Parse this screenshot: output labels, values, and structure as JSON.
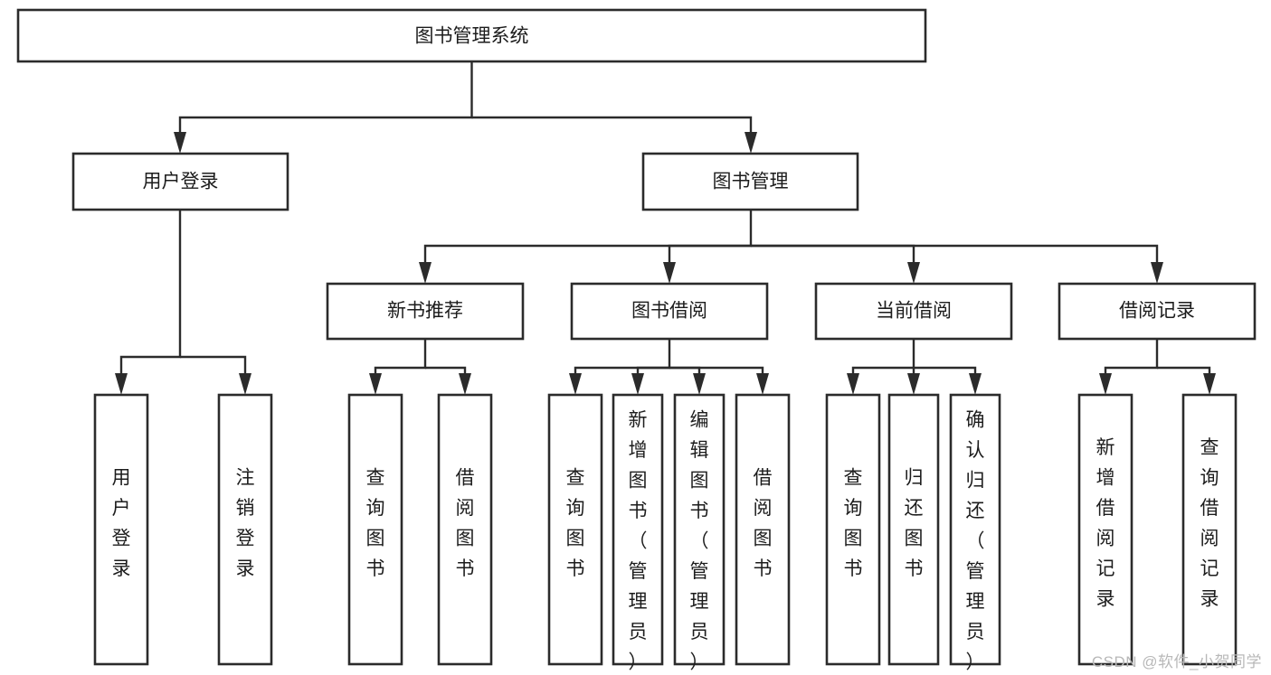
{
  "diagram": {
    "type": "tree-hierarchy-flowchart",
    "title": "图书管理系统",
    "orientation": "top-down",
    "background_color": "#ffffff",
    "box_fill": "#ffffff",
    "box_stroke": "#2b2b2b",
    "text_color": "#1c1c1c",
    "nodes": {
      "root": {
        "label": "图书管理系统",
        "level": 1,
        "text_direction": "horizontal"
      },
      "l2": [
        {
          "id": "user-login",
          "label": "用户登录",
          "level": 2,
          "text_direction": "horizontal"
        },
        {
          "id": "book-manage",
          "label": "图书管理",
          "level": 2,
          "text_direction": "horizontal"
        }
      ],
      "l3": [
        {
          "id": "new-book-recommend",
          "label": "新书推荐",
          "level": 3,
          "text_direction": "horizontal"
        },
        {
          "id": "book-borrow",
          "label": "图书借阅",
          "level": 3,
          "text_direction": "horizontal"
        },
        {
          "id": "current-borrow",
          "label": "当前借阅",
          "level": 3,
          "text_direction": "horizontal"
        },
        {
          "id": "borrow-record",
          "label": "借阅记录",
          "level": 3,
          "text_direction": "horizontal"
        }
      ],
      "leaves": {
        "user-login": [
          {
            "id": "leaf-user-login",
            "label": "用户登录",
            "text_direction": "vertical",
            "align": "middle"
          },
          {
            "id": "leaf-logout-login",
            "label": "注销登录",
            "text_direction": "vertical",
            "align": "middle"
          }
        ],
        "new-book-recommend": [
          {
            "id": "leaf-query-book-1",
            "label": "查询图书",
            "text_direction": "vertical",
            "align": "middle"
          },
          {
            "id": "leaf-borrow-book-1",
            "label": "借阅图书",
            "text_direction": "vertical",
            "align": "middle"
          }
        ],
        "book-borrow": [
          {
            "id": "leaf-query-book-2",
            "label": "查询图书",
            "text_direction": "vertical",
            "align": "middle"
          },
          {
            "id": "leaf-add-book",
            "label": "新增图书（管理员）",
            "text_direction": "vertical",
            "align": "top"
          },
          {
            "id": "leaf-edit-book",
            "label": "编辑图书（管理员）",
            "text_direction": "vertical",
            "align": "top"
          },
          {
            "id": "leaf-borrow-book-2",
            "label": "借阅图书",
            "text_direction": "vertical",
            "align": "middle"
          }
        ],
        "current-borrow": [
          {
            "id": "leaf-query-book-3",
            "label": "查询图书",
            "text_direction": "vertical",
            "align": "middle"
          },
          {
            "id": "leaf-return-book",
            "label": "归还图书",
            "text_direction": "vertical",
            "align": "middle"
          },
          {
            "id": "leaf-confirm-return",
            "label": "确认归还（管理员）",
            "text_direction": "vertical",
            "align": "top"
          }
        ],
        "borrow-record": [
          {
            "id": "leaf-add-borrow-record",
            "label": "新增借阅记录",
            "text_direction": "vertical",
            "align": "middle"
          },
          {
            "id": "leaf-query-borrow-record",
            "label": "查询借阅记录",
            "text_direction": "vertical",
            "align": "middle"
          }
        ]
      }
    }
  },
  "watermark": {
    "text": "CSDN @软件_小贺同学",
    "color": "#b8b8b8"
  }
}
